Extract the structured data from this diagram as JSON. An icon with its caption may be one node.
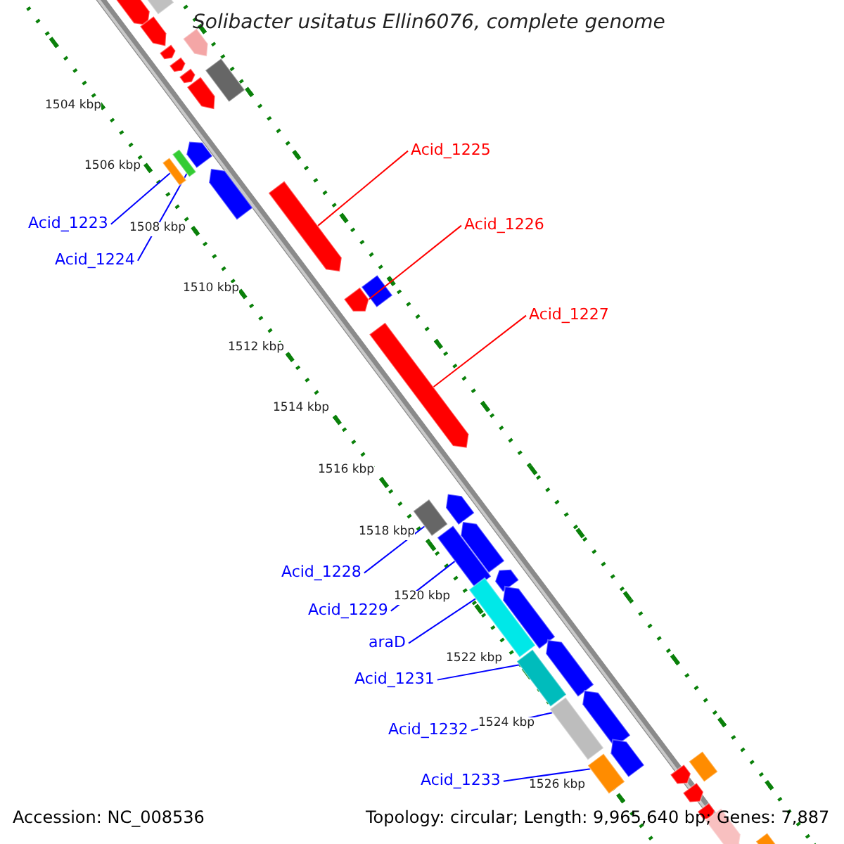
{
  "diagram": {
    "title": "Solibacter usitatus Ellin6076, complete genome",
    "nodes": [
      {
        "text": [
          "Acid_1225"
        ]
      },
      {
        "text": [
          "Acid_1223"
        ]
      },
      {
        "text": [
          "Acid_1226"
        ]
      },
      {
        "text": [
          "Acid_1224"
        ]
      },
      {
        "text": [
          "Acid_1227"
        ]
      },
      {
        "text": [
          "Acid_1228"
        ]
      },
      {
        "text": [
          "Acid_1229"
        ]
      },
      {
        "text": [
          "araD"
        ]
      },
      {
        "text": [
          "Acid_1231"
        ]
      },
      {
        "text": [
          "Acid_1232"
        ]
      },
      {
        "text": [
          "Acid_1233"
        ]
      },
      {
        "text": [],
        "shape": "bar"
      },
      {
        "text": [],
        "shape": "bar"
      },
      {
        "text": [],
        "shape": "arrow"
      },
      {
        "text": [],
        "shape": "arrow"
      },
      {
        "text": [],
        "shape": "arrow"
      },
      {
        "text": [],
        "shape": "bar"
      },
      {
        "text": [],
        "shape": "bar"
      },
      {
        "text": [],
        "shape": "bar"
      },
      {
        "text": [],
        "shape": "bar"
      },
      {
        "text": [],
        "shape": "bar"
      },
      {
        "text": [],
        "shape": "bar"
      }
    ],
    "edges": [
      {
        "from": 0,
        "to": 13,
        "arrow": "none",
        "color": "#ff0000"
      },
      {
        "from": 1,
        "to": 12,
        "arrow": "none"
      },
      {
        "from": 2,
        "to": 14,
        "arrow": "none",
        "color": "#ff0000"
      },
      {
        "from": 3,
        "to": 11,
        "arrow": "none"
      },
      {
        "from": 4,
        "to": 15,
        "arrow": "none",
        "color": "#ff0000"
      },
      {
        "from": 5,
        "to": 16,
        "arrow": "none"
      },
      {
        "from": 6,
        "to": 17,
        "arrow": "none"
      },
      {
        "from": 7,
        "to": 18,
        "arrow": "none"
      },
      {
        "from": 8,
        "to": 19,
        "arrow": "none"
      },
      {
        "from": 9,
        "to": 20,
        "arrow": "none"
      },
      {
        "from": 10,
        "to": 21,
        "arrow": "none"
      }
    ],
    "labels": [
      "1504 kbp",
      "1506 kbp",
      "1508 kbp",
      "1510 kbp",
      "1512 kbp",
      "1514 kbp",
      "1516 kbp",
      "1518 kbp",
      "1520 kbp",
      "1522 kbp",
      "1524 kbp",
      "1526 kbp",
      "Accession: NC_008536",
      "Topology: circular; Length: 9,965,640 bp; Genes: 7,887"
    ]
  }
}
